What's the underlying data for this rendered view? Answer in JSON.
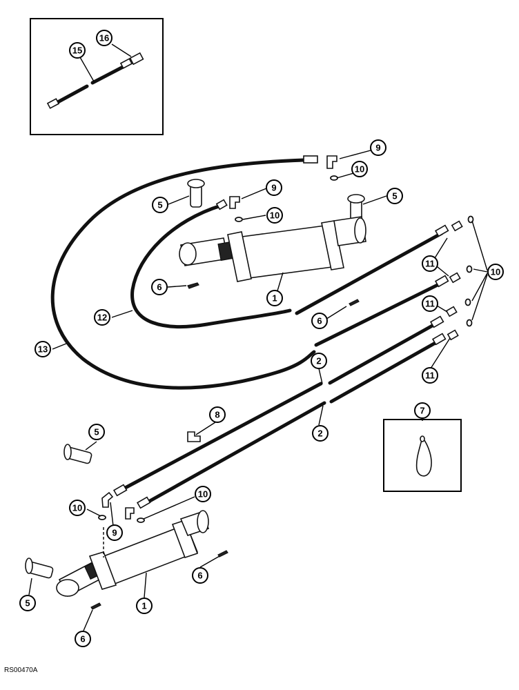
{
  "figure": {
    "id": "RS00470A"
  },
  "callouts": {
    "c1a": "1",
    "c1b": "1",
    "c2a": "2",
    "c2b": "2",
    "c5a": "5",
    "c5b": "5",
    "c5c": "5",
    "c5d": "5",
    "c6a": "6",
    "c6b": "6",
    "c6c": "6",
    "c6d": "6",
    "c7": "7",
    "c8": "8",
    "c9a": "9",
    "c9b": "9",
    "c9c": "9",
    "c10a": "10",
    "c10b": "10",
    "c10c": "10",
    "c10d": "10",
    "c10e": "10",
    "c11a": "11",
    "c11b": "11",
    "c11c": "11",
    "c12": "12",
    "c13": "13",
    "c15": "15",
    "c16": "16"
  }
}
